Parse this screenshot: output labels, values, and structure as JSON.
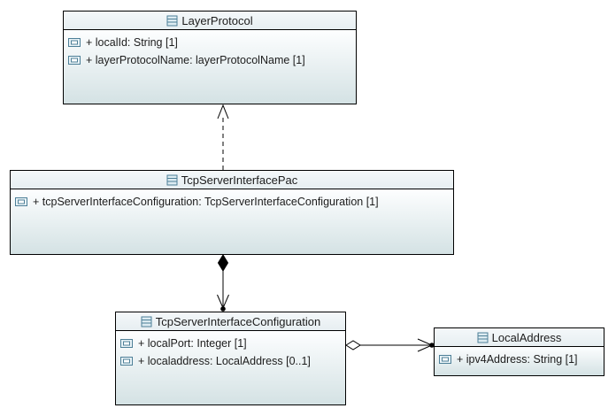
{
  "diagram": {
    "classes": [
      {
        "name": "LayerProtocol",
        "attributes": [
          "+ localId: String [1]",
          "+ layerProtocolName: layerProtocolName [1]"
        ]
      },
      {
        "name": "TcpServerInterfacePac",
        "attributes": [
          "+ tcpServerInterfaceConfiguration: TcpServerInterfaceConfiguration [1]"
        ]
      },
      {
        "name": "TcpServerInterfaceConfiguration",
        "attributes": [
          "+ localPort: Integer [1]",
          "+ localaddress: LocalAddress [0..1]"
        ]
      },
      {
        "name": "LocalAddress",
        "attributes": [
          "+ ipv4Address: String [1]"
        ]
      }
    ],
    "relationships": [
      {
        "type": "dependency",
        "from": "TcpServerInterfacePac",
        "to": "LayerProtocol",
        "line": "dashed",
        "source_end": "none",
        "target_end": "open-arrow"
      },
      {
        "type": "composition",
        "from": "TcpServerInterfacePac",
        "to": "TcpServerInterfaceConfiguration",
        "line": "solid",
        "source_end": "filled-diamond",
        "target_end": "open-arrow-with-dot"
      },
      {
        "type": "aggregation",
        "from": "TcpServerInterfaceConfiguration",
        "to": "LocalAddress",
        "line": "solid",
        "source_end": "open-diamond",
        "target_end": "open-arrow-with-dot"
      }
    ],
    "icons": {
      "class_icon": "uml-class-icon",
      "attribute_icon": "uml-property-icon"
    },
    "colors": {
      "background": "#ffffff",
      "border": "#000000",
      "title_top": "#f4f8fa",
      "title_bottom": "#e7eef1",
      "body_top": "#fdfeff",
      "body_bottom": "#d4e2e4",
      "icon_stroke": "#4d7f97",
      "icon_fill": "#dcebf1",
      "text": "#1c1c1c"
    }
  }
}
